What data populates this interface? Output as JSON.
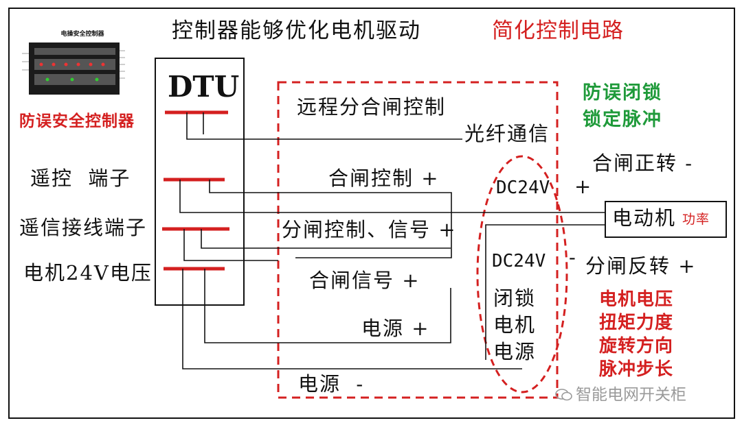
{
  "title": "控制器能够优化电机驱动",
  "subtitle": "简化控制电路",
  "device": {
    "label": "DTU",
    "photo_title": "电操安全控制器",
    "photo_caption": "防误安全控制器"
  },
  "left_terminals": {
    "remote": "遥控  端子",
    "telesignal": "遥信接线端子",
    "motor_voltage": "电机24V电压"
  },
  "center": {
    "remote_ctrl": "远程分合闸控制",
    "fiber": "光纤通信",
    "close_ctrl": "合闸控制 +",
    "open_ctrl": "分闸控制、信号 +",
    "close_signal": "合闸信号 +",
    "power_pos": "电源 +",
    "power_neg": "电源  -"
  },
  "lock_box": {
    "dc_top": "DC24V",
    "dc_top_sign": "+",
    "dc_bottom": "DC24V",
    "dc_bottom_sign": "-",
    "lock_lines": [
      "闭锁",
      "电机",
      "电源"
    ]
  },
  "right": {
    "anti_lock": [
      "防误闭锁",
      "锁定脉冲"
    ],
    "close_forward": "合闸正转 -",
    "motor": "电动机",
    "motor_power": "功率",
    "open_reverse": "分闸反转 +",
    "features": [
      "电机电压",
      "扭矩力度",
      "旋转方向",
      "脉冲步长"
    ]
  },
  "watermark": "智能电网开关柜",
  "colors": {
    "red": "#d42020",
    "green": "#1f9a3a",
    "line": "#111111"
  }
}
